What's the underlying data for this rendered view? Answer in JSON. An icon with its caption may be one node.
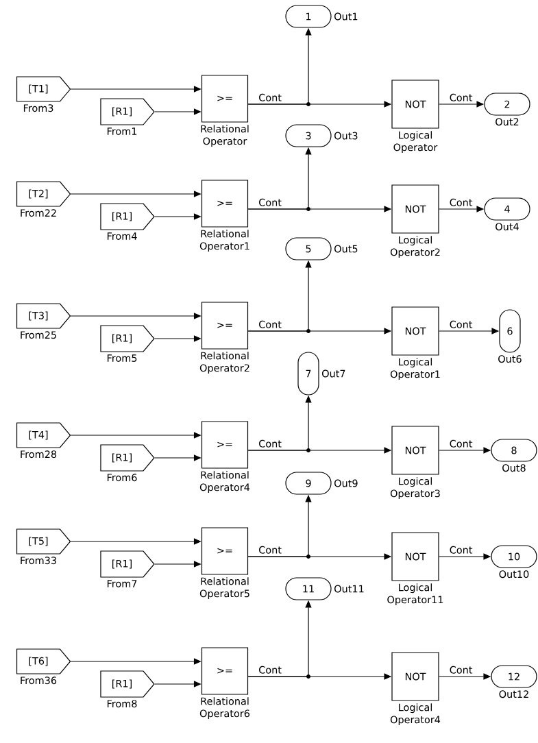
{
  "diagram": {
    "nodes": [
      {
        "text": [
          "[T1]",
          "From3"
        ]
      },
      {
        "text": [
          "[R1]",
          "From1"
        ]
      },
      {
        "text": [
          ">=",
          "Relational Operator"
        ]
      },
      {
        "text": [
          "1",
          "Out1"
        ]
      },
      {
        "text": [
          "NOT",
          "Logical Operator"
        ]
      },
      {
        "text": [
          "2",
          "Out2"
        ]
      },
      {
        "text": [
          "[T2]",
          "From22"
        ]
      },
      {
        "text": [
          "[R1]",
          "From4"
        ]
      },
      {
        "text": [
          ">=",
          "Relational Operator1"
        ]
      },
      {
        "text": [
          "3",
          "Out3"
        ]
      },
      {
        "text": [
          "NOT",
          "Logical Operator2"
        ]
      },
      {
        "text": [
          "4",
          "Out4"
        ]
      },
      {
        "text": [
          "[T3]",
          "From25"
        ]
      },
      {
        "text": [
          "[R1]",
          "From5"
        ]
      },
      {
        "text": [
          ">=",
          "Relational Operator2"
        ]
      },
      {
        "text": [
          "5",
          "Out5"
        ]
      },
      {
        "text": [
          "NOT",
          "Logical Operator1"
        ]
      },
      {
        "text": [
          "6",
          "Out6"
        ]
      },
      {
        "text": [
          "[T4]",
          "From28"
        ]
      },
      {
        "text": [
          "[R1]",
          "From6"
        ]
      },
      {
        "text": [
          ">=",
          "Relational Operator4"
        ]
      },
      {
        "text": [
          "7",
          "Out7"
        ]
      },
      {
        "text": [
          "NOT",
          "Logical Operator3"
        ]
      },
      {
        "text": [
          "8",
          "Out8"
        ]
      },
      {
        "text": [
          "[T5]",
          "From33"
        ]
      },
      {
        "text": [
          "[R1]",
          "From7"
        ]
      },
      {
        "text": [
          ">=",
          "Relational Operator5"
        ]
      },
      {
        "text": [
          "9",
          "Out9"
        ]
      },
      {
        "text": [
          "NOT",
          "Logical Operator11"
        ]
      },
      {
        "text": [
          "10",
          "Out10"
        ]
      },
      {
        "text": [
          "[T6]",
          "From36"
        ]
      },
      {
        "text": [
          "[R1]",
          "From8"
        ]
      },
      {
        "text": [
          ">=",
          "Relational Operator6"
        ]
      },
      {
        "text": [
          "11",
          "Out11"
        ]
      },
      {
        "text": [
          "NOT",
          "Logical Operator4"
        ]
      },
      {
        "text": [
          "12",
          "Out12"
        ]
      }
    ],
    "edges": [
      {
        "from": 0,
        "to": 2,
        "arrow": "to"
      },
      {
        "from": 1,
        "to": 2,
        "arrow": "to"
      },
      {
        "from": 2,
        "to": 3,
        "arrow": "to"
      },
      {
        "from": 2,
        "to": 4,
        "arrow": "to",
        "label": "Cont"
      },
      {
        "from": 4,
        "to": 5,
        "arrow": "to",
        "label": "Cont"
      },
      {
        "from": 6,
        "to": 8,
        "arrow": "to"
      },
      {
        "from": 7,
        "to": 8,
        "arrow": "to"
      },
      {
        "from": 8,
        "to": 9,
        "arrow": "to"
      },
      {
        "from": 8,
        "to": 10,
        "arrow": "to",
        "label": "Cont"
      },
      {
        "from": 10,
        "to": 11,
        "arrow": "to",
        "label": "Cont"
      },
      {
        "from": 12,
        "to": 14,
        "arrow": "to"
      },
      {
        "from": 13,
        "to": 14,
        "arrow": "to"
      },
      {
        "from": 14,
        "to": 15,
        "arrow": "to"
      },
      {
        "from": 14,
        "to": 16,
        "arrow": "to",
        "label": "Cont"
      },
      {
        "from": 16,
        "to": 17,
        "arrow": "to",
        "label": "Cont"
      },
      {
        "from": 18,
        "to": 20,
        "arrow": "to"
      },
      {
        "from": 19,
        "to": 20,
        "arrow": "to"
      },
      {
        "from": 20,
        "to": 21,
        "arrow": "to"
      },
      {
        "from": 20,
        "to": 22,
        "arrow": "to",
        "label": "Cont"
      },
      {
        "from": 22,
        "to": 23,
        "arrow": "to",
        "label": "Cont"
      },
      {
        "from": 24,
        "to": 26,
        "arrow": "to"
      },
      {
        "from": 25,
        "to": 26,
        "arrow": "to"
      },
      {
        "from": 26,
        "to": 27,
        "arrow": "to"
      },
      {
        "from": 26,
        "to": 28,
        "arrow": "to",
        "label": "Cont"
      },
      {
        "from": 28,
        "to": 29,
        "arrow": "to",
        "label": "Cont"
      },
      {
        "from": 30,
        "to": 32,
        "arrow": "to"
      },
      {
        "from": 31,
        "to": 32,
        "arrow": "to"
      },
      {
        "from": 32,
        "to": 33,
        "arrow": "to"
      },
      {
        "from": 32,
        "to": 34,
        "arrow": "to",
        "label": "Cont"
      },
      {
        "from": 34,
        "to": 35,
        "arrow": "to",
        "label": "Cont"
      }
    ]
  }
}
